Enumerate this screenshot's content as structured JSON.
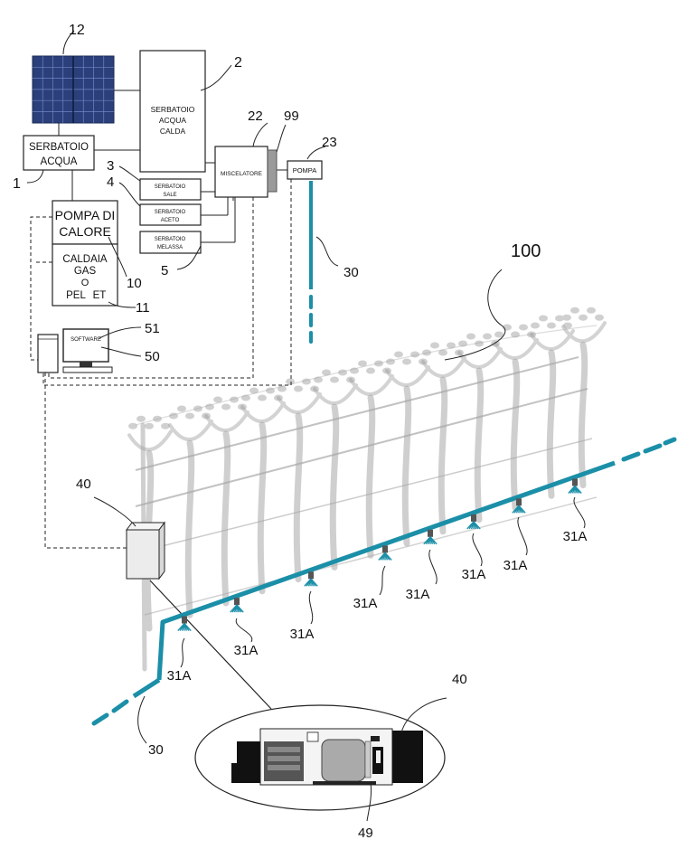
{
  "components": {
    "solar_panel": {
      "ref": "12"
    },
    "hot_water_tank": {
      "ref": "2",
      "text": [
        "SERBATOIO",
        "ACQUA",
        "CALDA"
      ]
    },
    "water_tank": {
      "ref": "1",
      "text": [
        "SERBATOIO",
        "ACQUA"
      ]
    },
    "salt_tank": {
      "ref": "3",
      "text": [
        "SERBATOIO",
        "SALE"
      ]
    },
    "vinegar_tank": {
      "ref": "4",
      "text": [
        "SERBATOIO",
        "ACETO"
      ]
    },
    "molasses_tank": {
      "ref": "5",
      "text": [
        "SERBATOIO",
        "MELASSA"
      ]
    },
    "mixer": {
      "ref": "22",
      "text": "MISCELATORE"
    },
    "filter": {
      "ref": "99"
    },
    "pump": {
      "ref": "23",
      "text": "POMPA"
    },
    "heat_pump": {
      "ref": "10",
      "text": [
        "POMPA DI",
        "CALORE"
      ]
    },
    "boiler": {
      "ref": "11",
      "text": [
        "CALDAIA",
        "GAS",
        "O",
        "PEL",
        "ET"
      ]
    },
    "software_screen": {
      "text": "SOFTWARE"
    },
    "computer_refs": [
      "51",
      "50"
    ],
    "pipe_ref": "30",
    "vineyard_ref": "100",
    "control_unit_ref": "40",
    "controller_board": {
      "ref": "40",
      "sub_ref": "49"
    },
    "nozzle_ref": "31A"
  },
  "colors": {
    "pipe": "#1b8fa8",
    "nozzle": "#1b8fa8",
    "line": "#222222",
    "vineyard": "#a8a8a8"
  }
}
